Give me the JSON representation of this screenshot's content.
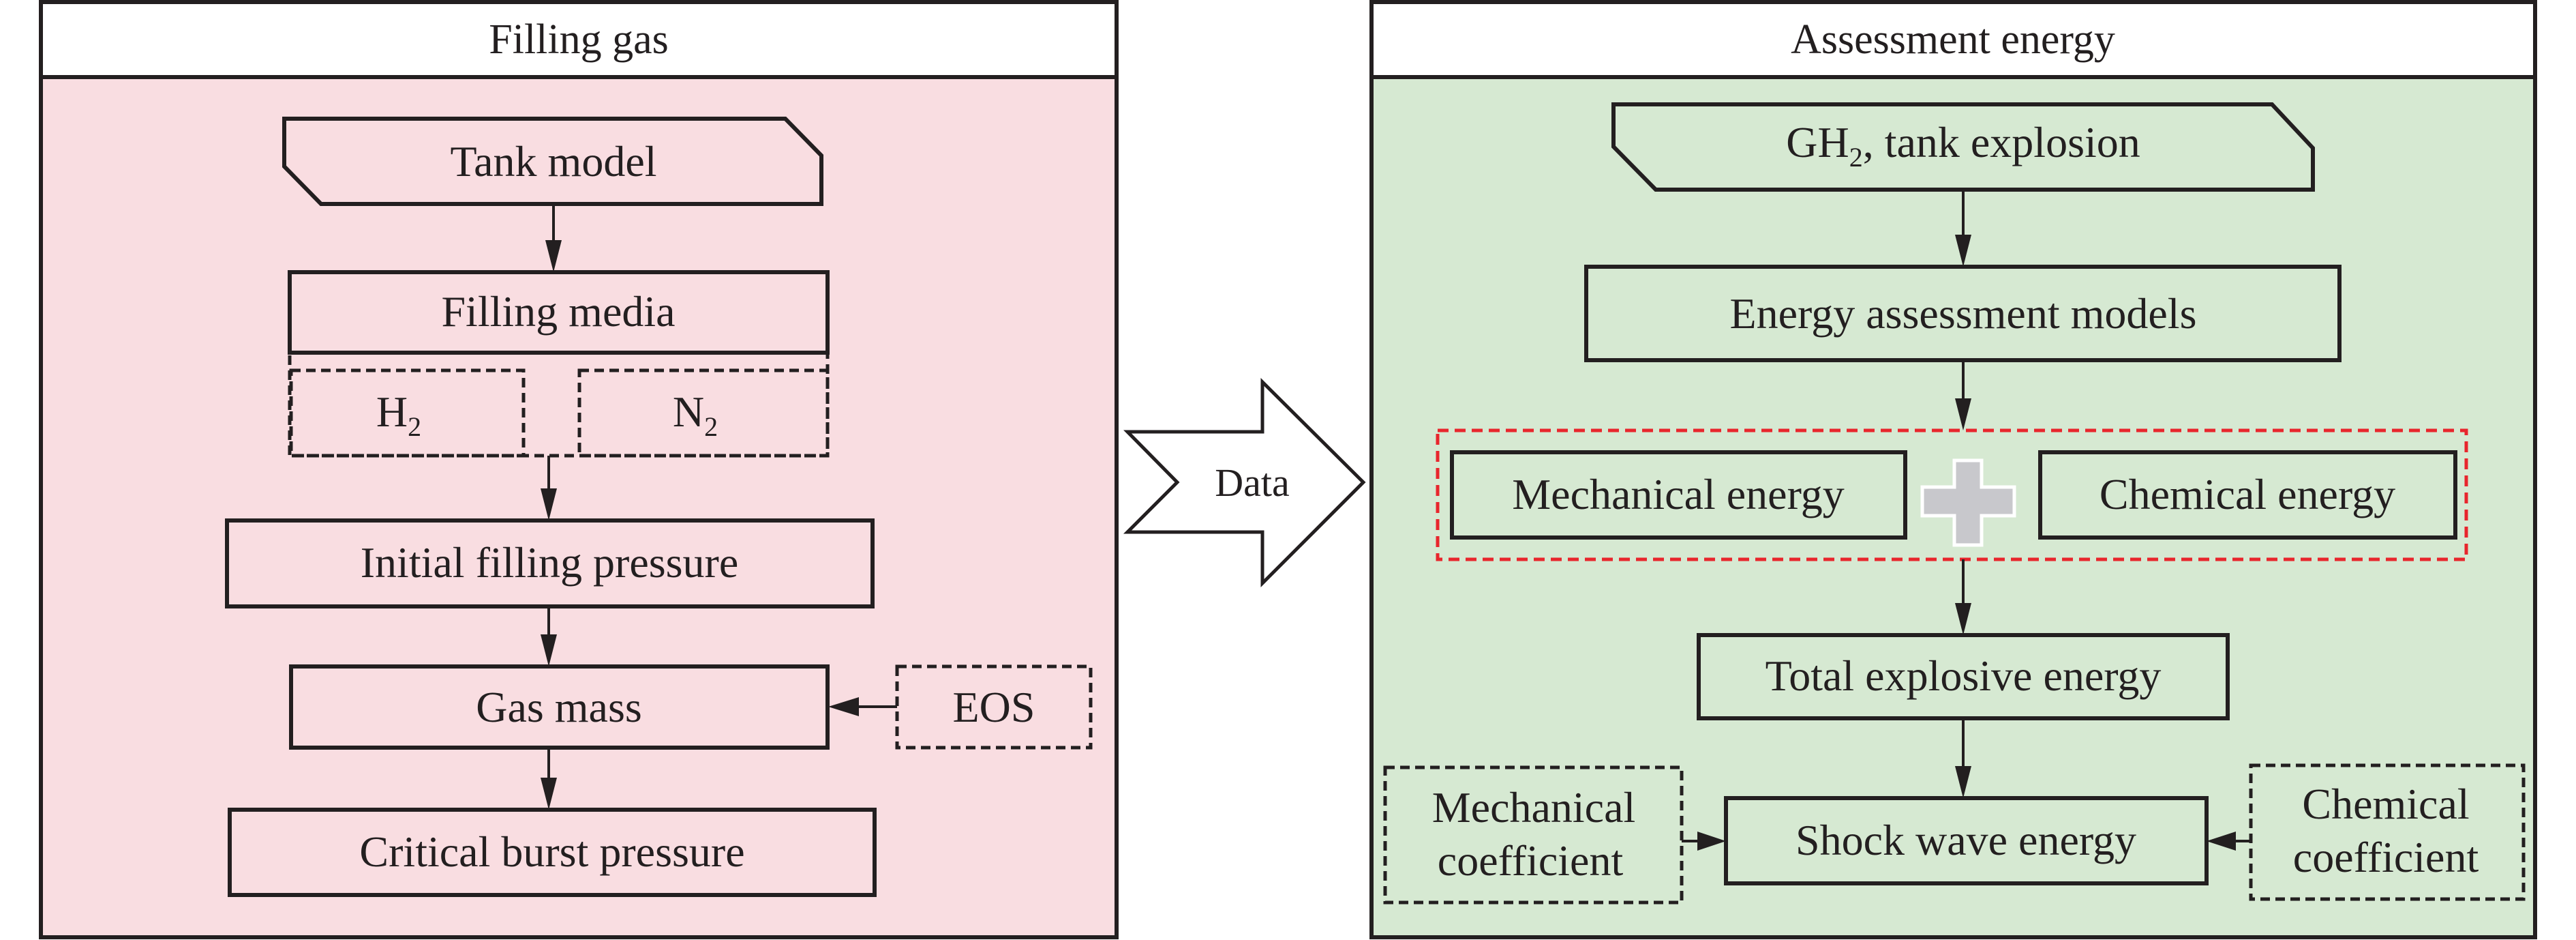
{
  "colors": {
    "left_panel_bg": "#f9dde1",
    "right_panel_bg": "#d6e9d2",
    "title_bg": "#ffffff",
    "stroke": "#231f20",
    "highlight_dash": "#e8262d",
    "plus_fill": "#c8c8cc"
  },
  "left_panel": {
    "title": "Filling gas",
    "tank_model": "Tank model",
    "filling_media": {
      "label": "Filling media",
      "options": [
        {
          "base": "H",
          "subscript": "2"
        },
        {
          "base": "N",
          "subscript": "2"
        }
      ]
    },
    "initial_filling_pressure": "Initial filling pressure",
    "gas_mass": "Gas mass",
    "eos": "EOS",
    "critical_burst_pressure": "Critical burst pressure"
  },
  "connector": {
    "label": "Data"
  },
  "right_panel": {
    "title": "Assessment energy",
    "input": {
      "prefix": "GH",
      "subscript": "2",
      "suffix": ", tank explosion"
    },
    "energy_models": "Energy assessment models",
    "mechanical_energy": "Mechanical energy",
    "plus_icon": "plus-icon",
    "chemical_energy": "Chemical energy",
    "total_explosive_energy": "Total explosive energy",
    "shock_wave_energy": "Shock wave energy",
    "mechanical_coefficient": [
      "Mechanical",
      "coefficient"
    ],
    "chemical_coefficient": [
      "Chemical",
      "coefficient"
    ]
  }
}
